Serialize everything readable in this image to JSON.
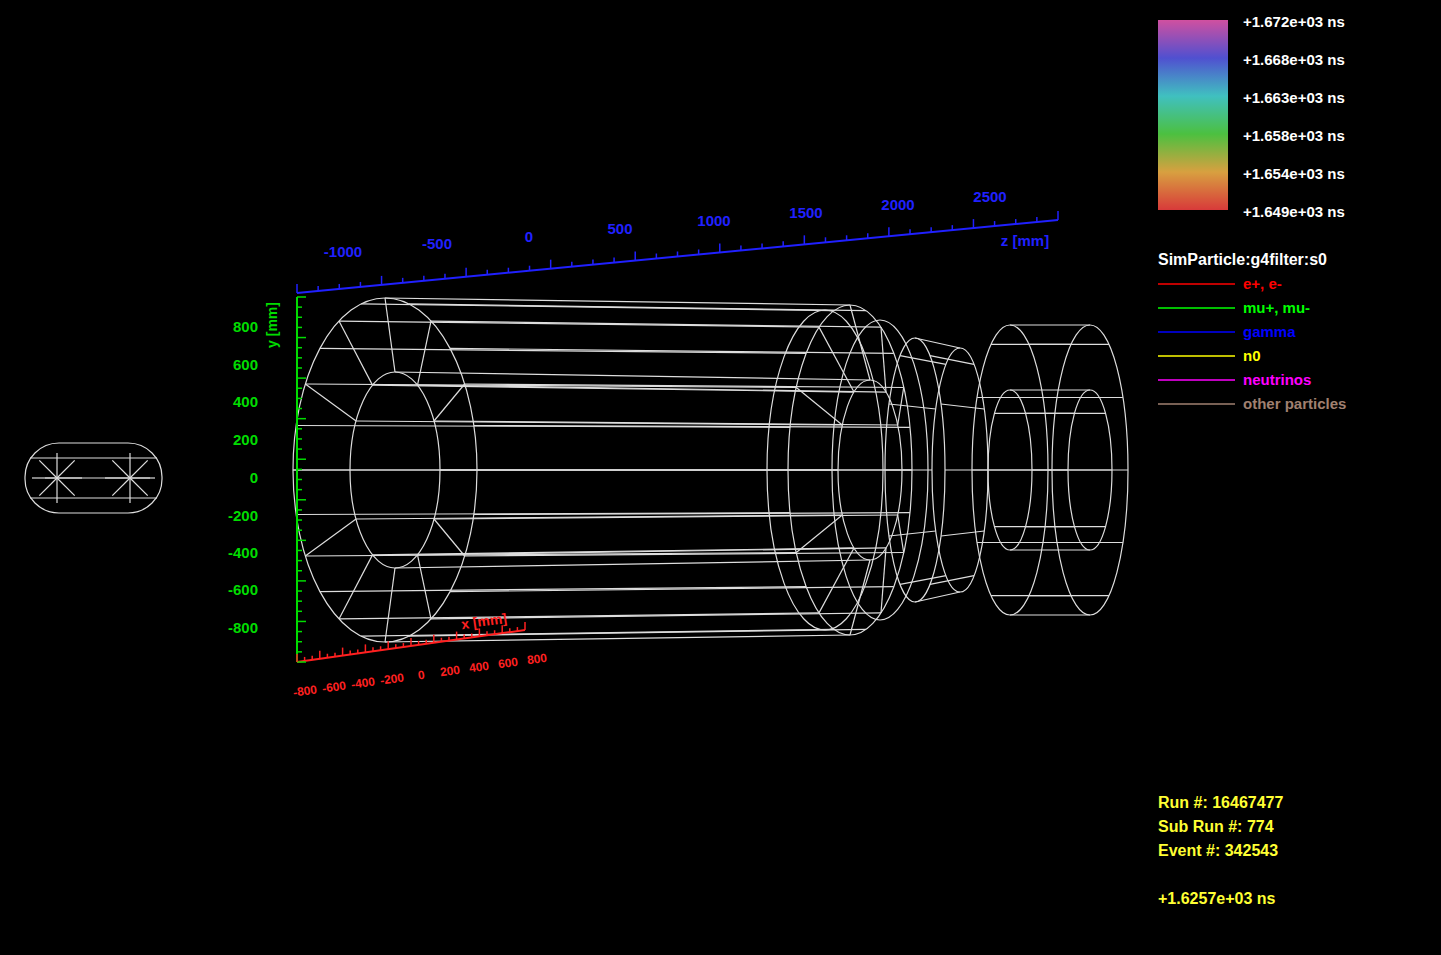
{
  "diagram": {
    "labels": [
      "+1.672e+03 ns",
      "+1.668e+03 ns",
      "+1.663e+03 ns",
      "+1.658e+03 ns",
      "+1.654e+03 ns",
      "+1.649e+03 ns",
      "SimParticle:g4filter:s0",
      "-1000",
      "-500",
      "0",
      "500",
      "1000",
      "1500",
      "2000",
      "2500",
      "z [mm]",
      "800",
      "600",
      "400",
      "200",
      "0",
      "-200",
      "-400",
      "-600",
      "-800",
      "y [mm]",
      "-800",
      "-600",
      "-400",
      "-200",
      "0",
      "200",
      "400",
      "600",
      "800",
      "x [mm]",
      "Run #: 16467477",
      "Sub Run #: 774",
      "Event #: 342543",
      "+1.6257e+03 ns"
    ],
    "legend": [
      {
        "text": "e+, e-"
      },
      {
        "text": "mu+, mu-"
      },
      {
        "text": "gamma"
      },
      {
        "text": "n0"
      },
      {
        "text": "neutrinos"
      },
      {
        "text": "other particles"
      }
    ]
  }
}
